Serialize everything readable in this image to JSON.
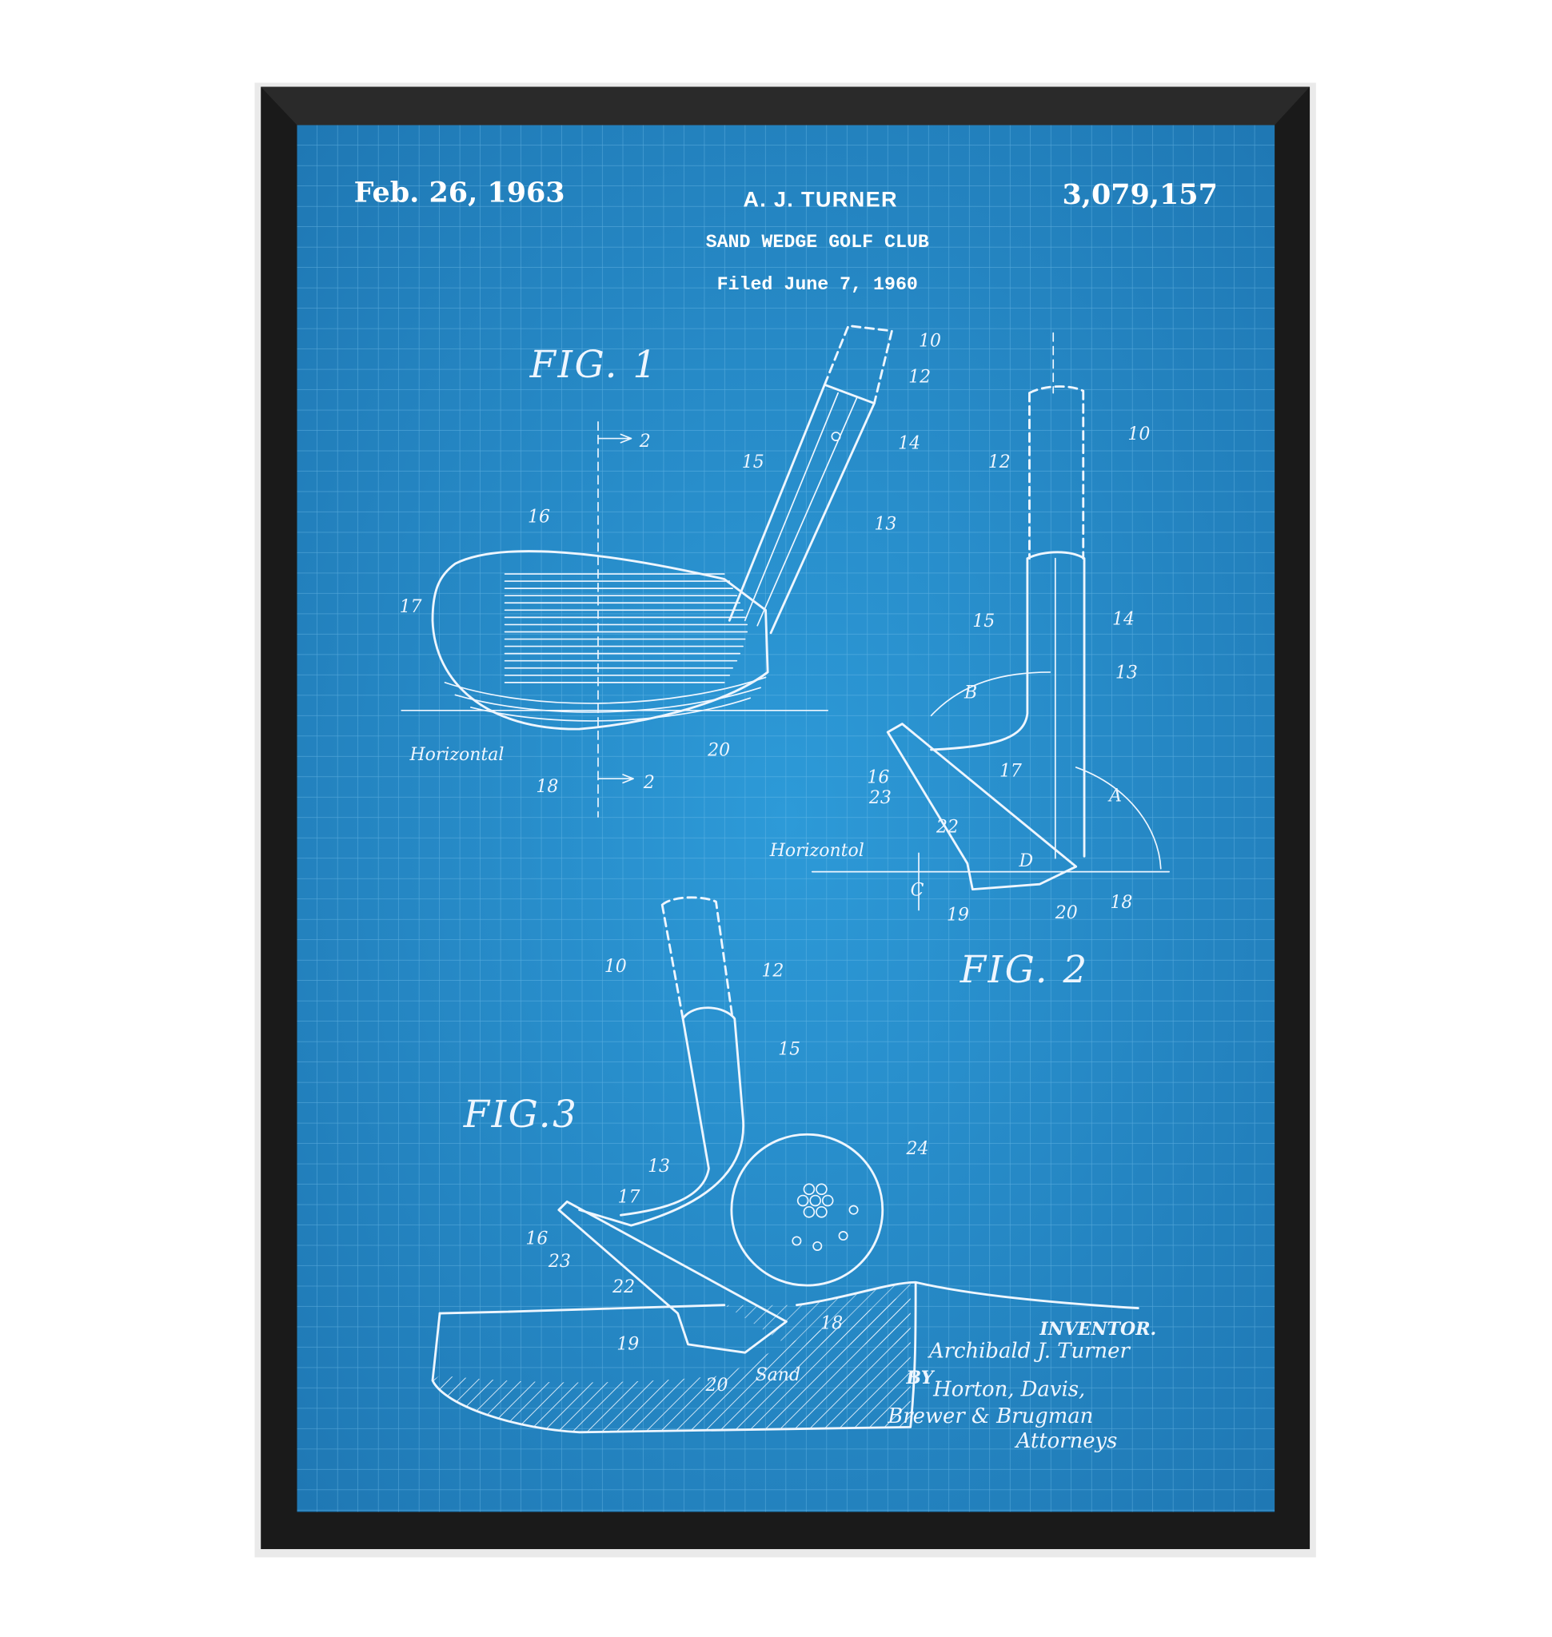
{
  "header": {
    "date": "Feb. 26, 1963",
    "inventor_name": "A. J. TURNER",
    "title": "SAND WEDGE GOLF CLUB",
    "filed": "Filed June 7, 1960",
    "patent_number": "3,079,157"
  },
  "fig1": {
    "title": "FIG. 1",
    "labels": [
      "10",
      "12",
      "14",
      "15",
      "13",
      "16",
      "17",
      "2",
      "2",
      "Horizontal",
      "18",
      "20"
    ]
  },
  "fig2": {
    "title": "FIG. 2",
    "labels": [
      "10",
      "12",
      "14",
      "15",
      "13",
      "B",
      "16",
      "23",
      "17",
      "A",
      "22",
      "D",
      "Horizontol",
      "C",
      "19",
      "20",
      "18"
    ]
  },
  "fig3": {
    "title": "FIG.3",
    "labels": [
      "10",
      "12",
      "15",
      "24",
      "13",
      "17",
      "16",
      "23",
      "22",
      "18",
      "19",
      "20",
      "Sand"
    ]
  },
  "signature": {
    "inventor_heading": "INVENTOR.",
    "inventor": "Archibald J. Turner",
    "by": "BY",
    "attorneys_line1": "Horton, Davis,",
    "attorneys_line2": "Brewer & Brugman",
    "attorneys_line3": "Attorneys"
  },
  "colors": {
    "frame": "#1a1a1a",
    "blueprint": "#2b8fcf",
    "ink": "#eef6ff"
  }
}
